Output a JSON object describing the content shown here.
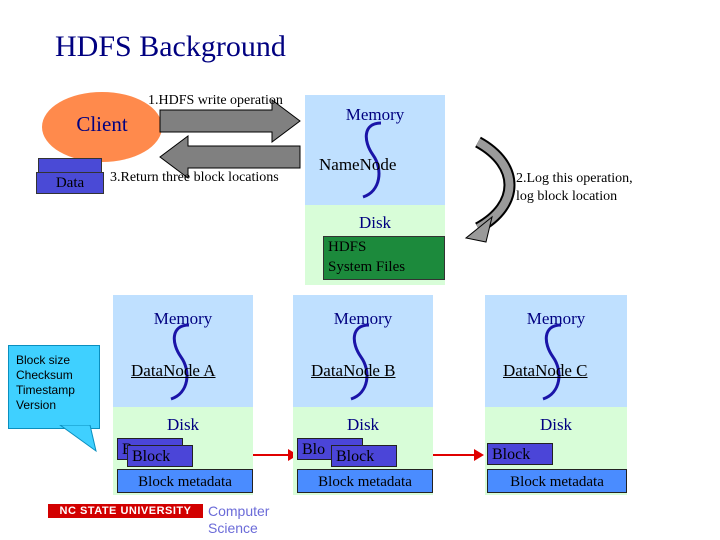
{
  "title": "HDFS Background",
  "client": {
    "label": "Client",
    "data_label": "Data"
  },
  "steps": {
    "write": "1.HDFS write operation",
    "return": "3.Return three block locations",
    "log_line1": "2.Log this operation,",
    "log_line2": "log block location"
  },
  "namenode": {
    "memory": "Memory",
    "name": "NameNode",
    "disk": "Disk",
    "files_line1": "HDFS",
    "files_line2": "System Files"
  },
  "metadata_callout": [
    "Block size",
    "Checksum",
    "Timestamp",
    "Version"
  ],
  "datanodes": [
    {
      "memory": "Memory",
      "name": "DataNode A",
      "disk": "Disk",
      "block": "Block",
      "block_back": "B",
      "metadata": "Block metadata"
    },
    {
      "memory": "Memory",
      "name": "DataNode B",
      "disk": "Disk",
      "block": "Block",
      "block_back": "Blo",
      "metadata": "Block metadata"
    },
    {
      "memory": "Memory",
      "name": "DataNode C",
      "disk": "Disk",
      "block": "Block",
      "metadata": "Block metadata"
    }
  ],
  "footer": {
    "university": "NC STATE UNIVERSITY",
    "dept_line1": "Computer",
    "dept_line2": "Science"
  },
  "colors": {
    "title": "#000080",
    "client": "#ff8a4c",
    "memory": "#bfe0ff",
    "disk": "#d8fdd8",
    "hdfs_files": "#1c8a3c",
    "block": "#4b45d8",
    "metadata": "#4a8cff",
    "callout": "#3fd0ff",
    "brand": "#d20000"
  }
}
